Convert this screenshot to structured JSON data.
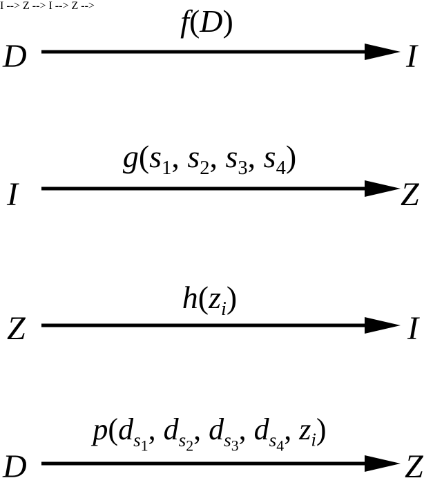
{
  "rows": [
    {
      "from": "D",
      "to": "I",
      "label": {
        "func": "f",
        "args": [
          {
            "var": "D"
          }
        ]
      }
    },
    {
      "from": "I",
      "to": "Z",
      "label": {
        "func": "g",
        "args": [
          {
            "var": "s",
            "sub": "1"
          },
          {
            "var": "s",
            "sub": "2"
          },
          {
            "var": "s",
            "sub": "3"
          },
          {
            "var": "s",
            "sub": "4"
          }
        ]
      }
    },
    {
      "from": "Z",
      "to": "I",
      "label": {
        "func": "h",
        "args": [
          {
            "var": "z",
            "sub": "i"
          }
        ]
      }
    },
    {
      "from": "D",
      "to": "Z",
      "label": {
        "func": "p",
        "args": [
          {
            "var": "d",
            "sub": "s",
            "subsub": "1"
          },
          {
            "var": "d",
            "sub": "s",
            "subsub": "2"
          },
          {
            "var": "d",
            "sub": "s",
            "subsub": "3"
          },
          {
            "var": "d",
            "sub": "s",
            "subsub": "4"
          },
          {
            "var": "z",
            "sub": "i"
          }
        ]
      }
    }
  ],
  "punctuation": {
    "open": "(",
    "close": ")",
    "separator": ", "
  },
  "colors": {
    "ink": "#000000",
    "background": "#ffffff"
  }
}
